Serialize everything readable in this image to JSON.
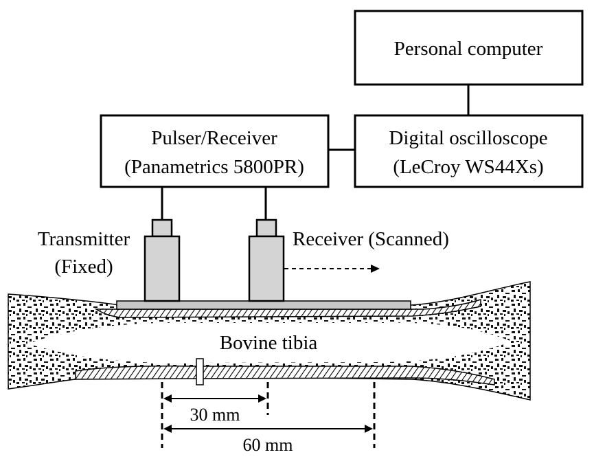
{
  "boxes": {
    "personal_computer": "Personal computer",
    "pulser_receiver_line1": "Pulser/Receiver",
    "pulser_receiver_line2": "(Panametrics 5800PR)",
    "oscilloscope_line1": "Digital oscilloscope",
    "oscilloscope_line2": "(LeCroy WS44Xs)"
  },
  "transducers": {
    "transmitter_line1": "Transmitter",
    "transmitter_line2": "(Fixed)",
    "receiver_label": "Receiver (Scanned)"
  },
  "specimen": {
    "label": "Bovine tibia"
  },
  "dimensions": {
    "short": "30 mm",
    "long": "60 mm"
  },
  "colors": {
    "transducer_fill": "#d4d4d4",
    "plate_fill": "#c8c8c8",
    "line": "#000000"
  }
}
